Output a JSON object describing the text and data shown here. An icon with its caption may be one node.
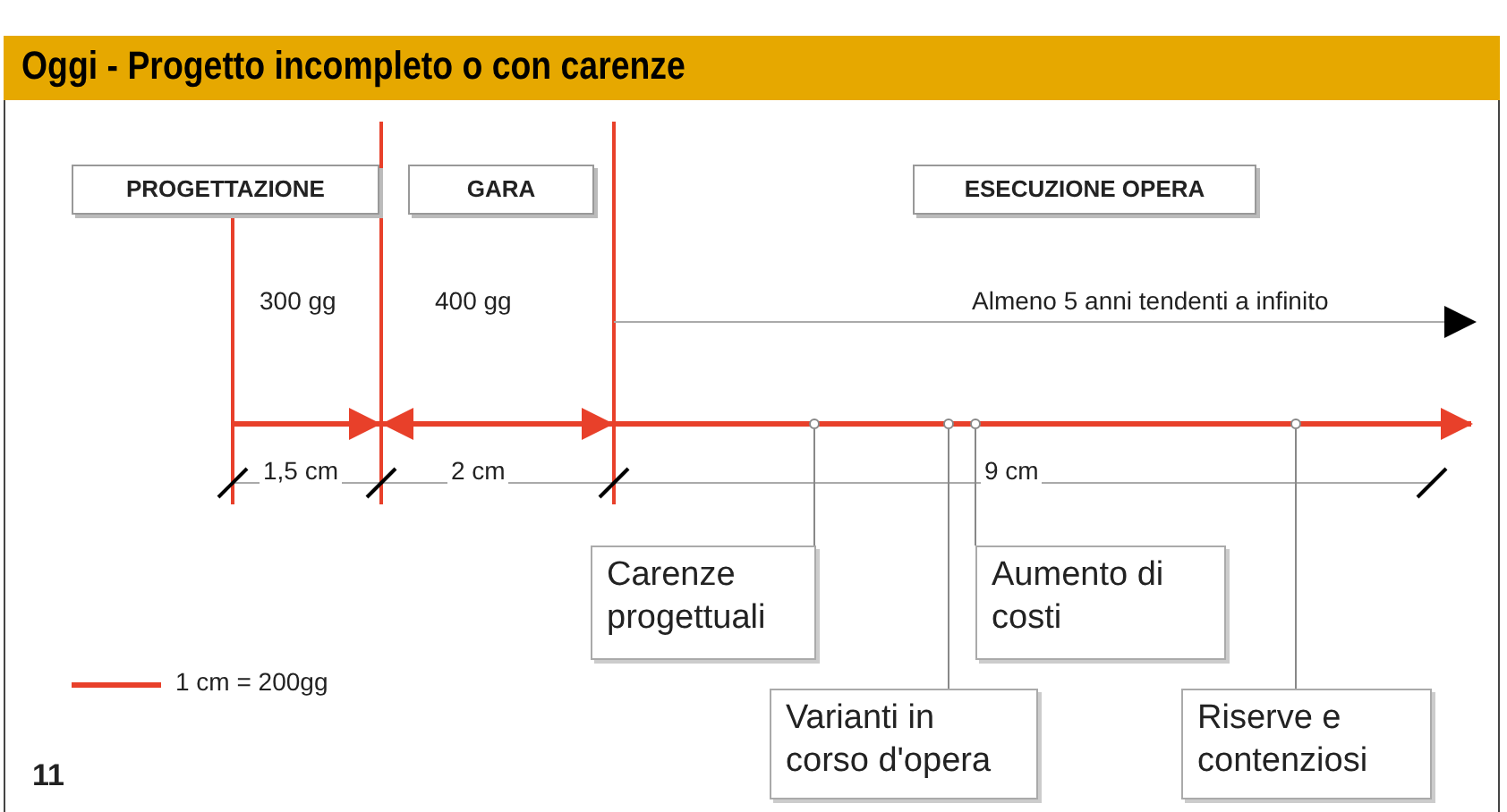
{
  "diagram": {
    "title": "Oggi - Progetto incompleto o con carenze",
    "nodes": [
      {
        "text": [
          "PROGETTAZIONE"
        ]
      },
      {
        "text": [
          "GARA"
        ]
      },
      {
        "text": [
          "ESECUZIONE OPERA"
        ]
      },
      {
        "text": [],
        "shape": "circle"
      },
      {
        "text": [],
        "shape": "circle"
      },
      {
        "text": [],
        "shape": "circle"
      },
      {
        "text": [],
        "shape": "circle"
      },
      {
        "text": [
          "Carenze progettuali"
        ]
      },
      {
        "text": [
          "Aumento di costi"
        ]
      },
      {
        "text": [
          "Varianti in corso d'opera"
        ]
      },
      {
        "text": [
          "Riserve e contenziosi"
        ]
      }
    ],
    "edges": [
      {
        "from": 7,
        "to": 3,
        "arrow": "none"
      },
      {
        "from": 8,
        "to": 5,
        "arrow": "none"
      },
      {
        "from": 9,
        "to": 4,
        "arrow": "none"
      },
      {
        "from": 10,
        "to": 6,
        "arrow": "none"
      }
    ],
    "labels": [
      "300 gg",
      "400 gg",
      "Almeno 5 anni tendenti a infinito",
      "1,5 cm",
      "2 cm",
      "9 cm",
      "11"
    ],
    "legend": [
      {
        "text": "1 cm = 200gg"
      }
    ]
  }
}
